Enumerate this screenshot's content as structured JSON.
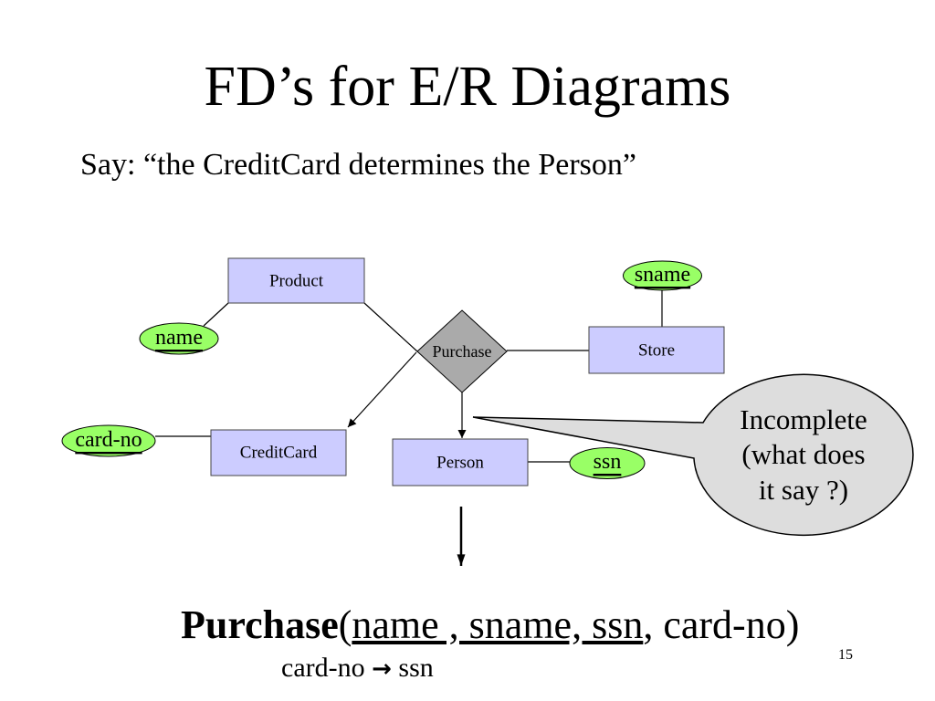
{
  "slide": {
    "title": "FD’s for E/R Diagrams",
    "subtitle": "Say: “the CreditCard determines the Person”",
    "page_number": "15"
  },
  "diagram": {
    "entities": {
      "product": "Product",
      "store": "Store",
      "credit_card": "CreditCard",
      "person": "Person"
    },
    "relationship": "Purchase",
    "attributes": {
      "name": "name",
      "sname": "sname",
      "card_no": "card-no",
      "ssn": "ssn"
    },
    "callout": {
      "line1": "Incomplete",
      "line2": "(what does",
      "line3": "it say ?)"
    }
  },
  "schema": {
    "relation": "Purchase",
    "open_paren": "(",
    "key_attributes": "name , sname, ssn",
    "other_attributes": ", card-no)"
  },
  "fd": {
    "lhs": "card-no",
    "arrow": "→",
    "rhs": "ssn"
  },
  "colors": {
    "entity_fill": "#ccccff",
    "attribute_fill": "#99ff66",
    "relationship_fill": "#aaaaaa",
    "callout_fill": "#dddddd"
  }
}
